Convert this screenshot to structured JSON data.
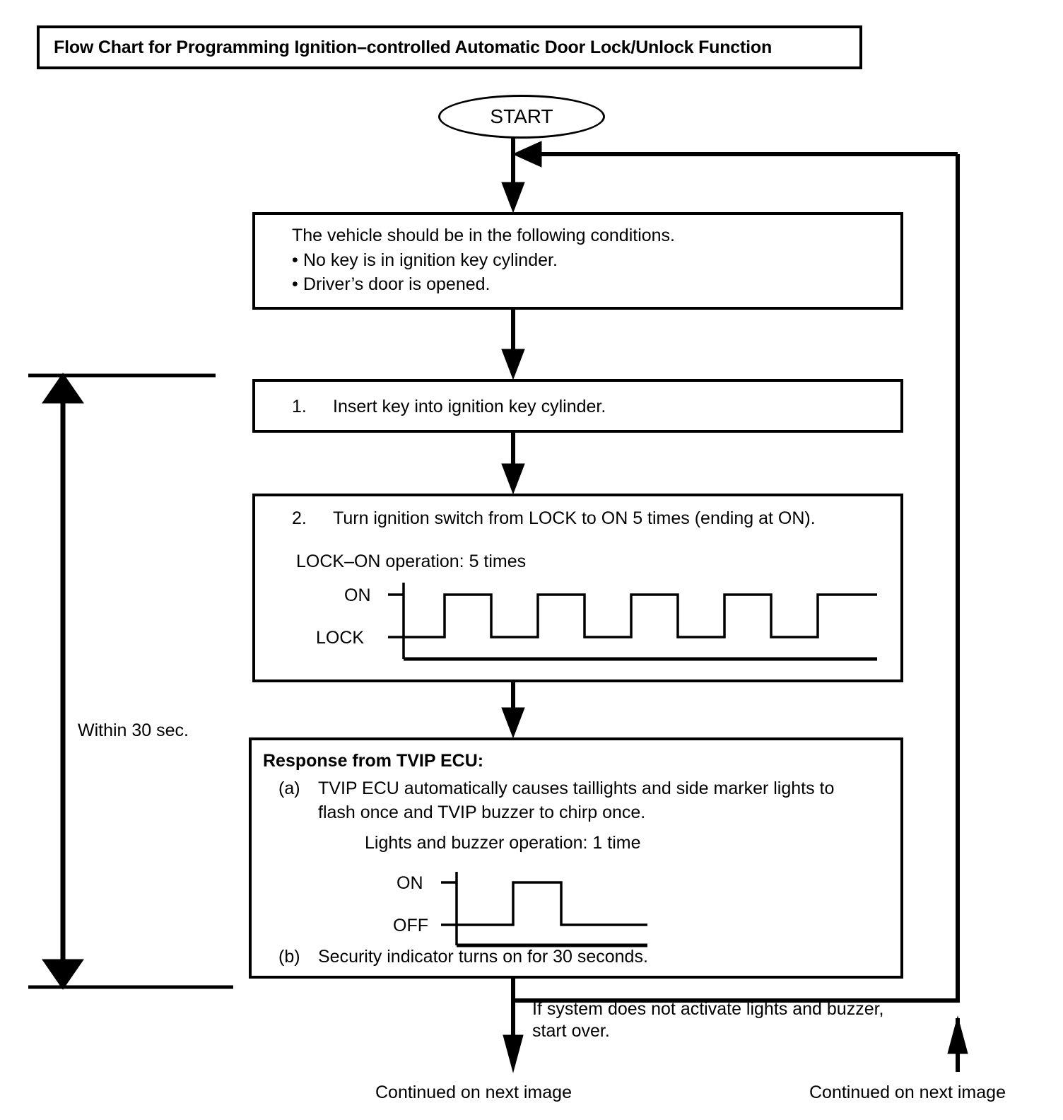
{
  "title": {
    "text": "Flow Chart for Programming Ignition–controlled Automatic Door Lock/Unlock Function"
  },
  "start_node": {
    "label": "START"
  },
  "boxes": {
    "conditions": {
      "heading": "The vehicle should be in the following conditions.",
      "bullets": [
        "No key is in ignition key cylinder.",
        "Driver’s door is opened."
      ],
      "bullet_glyph": "•"
    },
    "step1": {
      "number": "1.",
      "text": "Insert key into ignition key cylinder."
    },
    "step2": {
      "number": "2.",
      "text": "Turn ignition switch from LOCK to ON 5 times (ending at ON).",
      "operation_caption": "LOCK–ON operation: 5 times",
      "waveform": {
        "high_label": "ON",
        "low_label": "LOCK",
        "pulses": 5,
        "ends_high": true
      }
    },
    "response": {
      "heading": "Response from TVIP ECU:",
      "items": [
        {
          "marker": "(a)",
          "line1": "TVIP ECU automatically causes taillights and side marker lights to",
          "line2": "flash once and TVIP buzzer to chirp once."
        },
        {
          "marker": "(b)",
          "line1": "Security indicator turns on for 30 seconds.",
          "line2": ""
        }
      ],
      "operation_caption": "Lights and buzzer operation: 1 time",
      "waveform": {
        "high_label": "ON",
        "low_label": "OFF",
        "pulses": 1,
        "ends_high": false
      }
    }
  },
  "annotations": {
    "within_30_sec": "Within 30 sec.",
    "restart_note_line1": "If system does not activate lights and buzzer,",
    "restart_note_line2": "start over.",
    "continued_left": "Continued on next image",
    "continued_right": "Continued on next image"
  },
  "colors": {
    "stroke": "#000000",
    "background": "#ffffff"
  },
  "chart_data": [
    {
      "type": "line",
      "title": "LOCK–ON operation: 5 times",
      "ylabel": "",
      "xlabel": "",
      "tick_labels": [
        "LOCK",
        "ON"
      ],
      "series": [
        {
          "name": "ignition switch",
          "x": [
            0,
            1,
            1,
            2,
            2,
            3,
            3,
            4,
            4,
            5,
            5,
            6,
            6,
            7,
            7,
            8,
            8,
            9,
            9,
            10,
            10,
            11
          ],
          "values": [
            "LOCK",
            "LOCK",
            "ON",
            "ON",
            "LOCK",
            "LOCK",
            "ON",
            "ON",
            "LOCK",
            "LOCK",
            "ON",
            "ON",
            "LOCK",
            "LOCK",
            "ON",
            "ON",
            "LOCK",
            "LOCK",
            "ON",
            "ON",
            "ON",
            "ON"
          ]
        }
      ]
    },
    {
      "type": "line",
      "title": "Lights and buzzer operation: 1 time",
      "ylabel": "",
      "xlabel": "",
      "tick_labels": [
        "OFF",
        "ON"
      ],
      "series": [
        {
          "name": "lights and buzzer",
          "x": [
            0,
            1,
            1,
            2,
            2,
            4
          ],
          "values": [
            "OFF",
            "OFF",
            "ON",
            "ON",
            "OFF",
            "OFF"
          ]
        }
      ]
    }
  ]
}
